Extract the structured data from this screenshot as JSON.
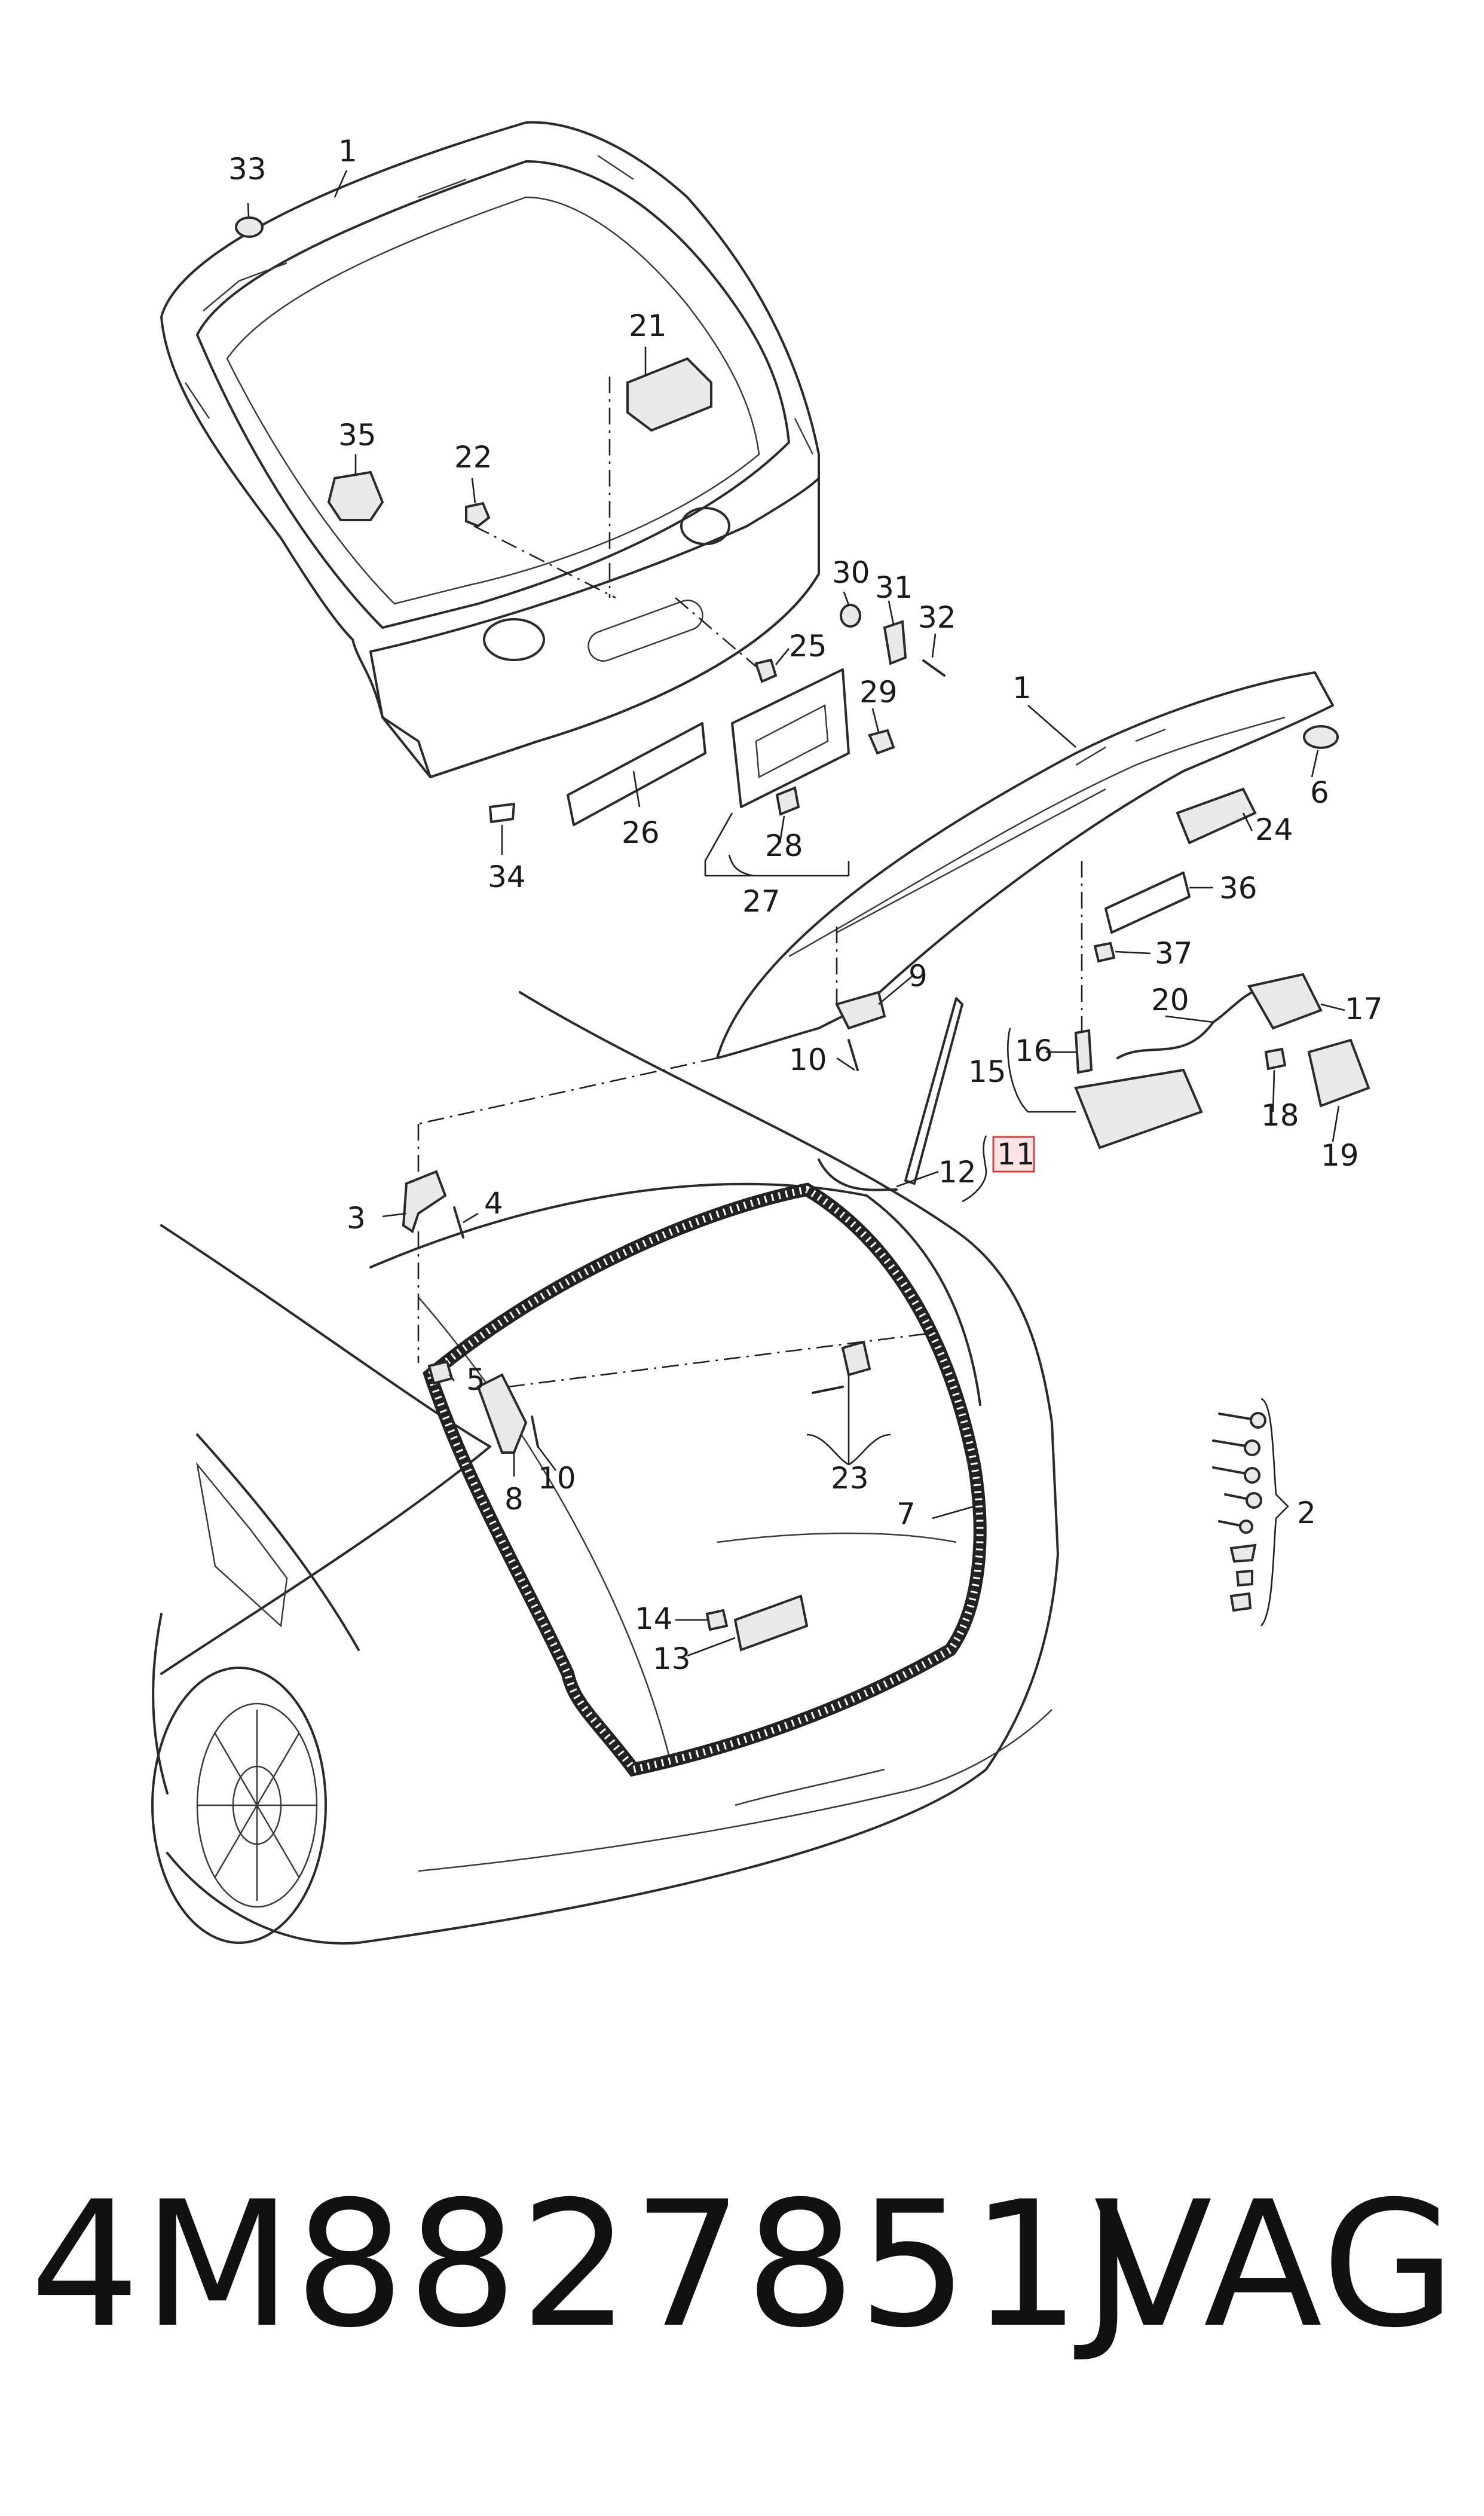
{
  "diagram": {
    "callouts": [
      {
        "id": "c1a",
        "text": "1"
      },
      {
        "id": "c33",
        "text": "33"
      },
      {
        "id": "c21",
        "text": "21"
      },
      {
        "id": "c35",
        "text": "35"
      },
      {
        "id": "c22",
        "text": "22"
      },
      {
        "id": "c30",
        "text": "30"
      },
      {
        "id": "c31",
        "text": "31"
      },
      {
        "id": "c32",
        "text": "32"
      },
      {
        "id": "c25",
        "text": "25"
      },
      {
        "id": "c29",
        "text": "29"
      },
      {
        "id": "c1b",
        "text": "1"
      },
      {
        "id": "c6",
        "text": "6"
      },
      {
        "id": "c24",
        "text": "24"
      },
      {
        "id": "c36",
        "text": "36"
      },
      {
        "id": "c37",
        "text": "37"
      },
      {
        "id": "c26",
        "text": "26"
      },
      {
        "id": "c28",
        "text": "28"
      },
      {
        "id": "c27",
        "text": "27"
      },
      {
        "id": "c34",
        "text": "34"
      },
      {
        "id": "c9",
        "text": "9"
      },
      {
        "id": "c10a",
        "text": "10"
      },
      {
        "id": "c20",
        "text": "20"
      },
      {
        "id": "c17",
        "text": "17"
      },
      {
        "id": "c16",
        "text": "16"
      },
      {
        "id": "c15",
        "text": "15"
      },
      {
        "id": "c18",
        "text": "18"
      },
      {
        "id": "c19",
        "text": "19"
      },
      {
        "id": "c11",
        "text": "11"
      },
      {
        "id": "c12",
        "text": "12"
      },
      {
        "id": "c3",
        "text": "3"
      },
      {
        "id": "c4",
        "text": "4"
      },
      {
        "id": "c5",
        "text": "5"
      },
      {
        "id": "c8",
        "text": "8"
      },
      {
        "id": "c10b",
        "text": "10"
      },
      {
        "id": "c23",
        "text": "23"
      },
      {
        "id": "c7",
        "text": "7"
      },
      {
        "id": "c2",
        "text": "2"
      },
      {
        "id": "c14",
        "text": "14"
      },
      {
        "id": "c13",
        "text": "13"
      }
    ],
    "highlight_color": "#fde3e3",
    "highlight_stroke": "#d04040"
  },
  "footer": {
    "part_number": "4M8827851J",
    "brand": "VAG"
  }
}
